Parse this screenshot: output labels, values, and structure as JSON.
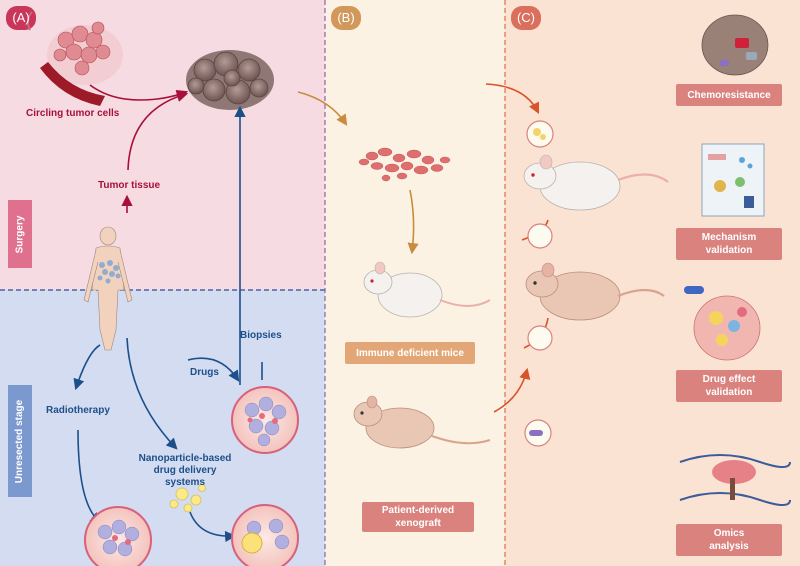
{
  "panels": {
    "a": {
      "tag": "(A)"
    },
    "b": {
      "tag": "(B)"
    },
    "c": {
      "tag": "(C)"
    }
  },
  "side_tabs": {
    "surgery": "Surgery",
    "unresected": "Unresected stage"
  },
  "labels": {
    "circling_tumor_cells": "Circling tumor cells",
    "tumor_tissue": "Tumor tissue",
    "biopsies": "Biopsies",
    "drugs": "Drugs",
    "radiotherapy": "Radiotherapy",
    "nanoparticle_line1": "Nanoparticle-based",
    "nanoparticle_line2": "drug delivery",
    "nanoparticle_line3": "systems"
  },
  "panel_b": {
    "immune_deficient_mice": "Immune deficient mice",
    "pdx_line1": "Patient-derived",
    "pdx_line2": "xenograft"
  },
  "panel_c": {
    "chemoresistance": "Chemoresistance",
    "mechanism_line1": "Mechanism",
    "mechanism_line2": "validation",
    "drug_effect_line1": "Drug effect",
    "drug_effect_line2": "validation",
    "omics_line1": "Omics",
    "omics_line2": "analysis"
  },
  "colors": {
    "pink_bg": "#f6dbe2",
    "blue_bg": "#d3dcf0",
    "cream_bg": "#fbf2e4",
    "peach_bg": "#fbe3d4",
    "crimson": "#a8103a",
    "navy": "#1d4f8a",
    "orange_arrow": "#c98b3d",
    "red_arrow": "#d9542a",
    "tab_pink": "#e0718e",
    "tab_blue": "#7b98cf",
    "pill_orange": "#e3a777",
    "pill_red": "#d9827e",
    "tag_red": "#c8365a",
    "tag_orange": "#d2975a",
    "tag_salmon": "#d96f5c"
  }
}
